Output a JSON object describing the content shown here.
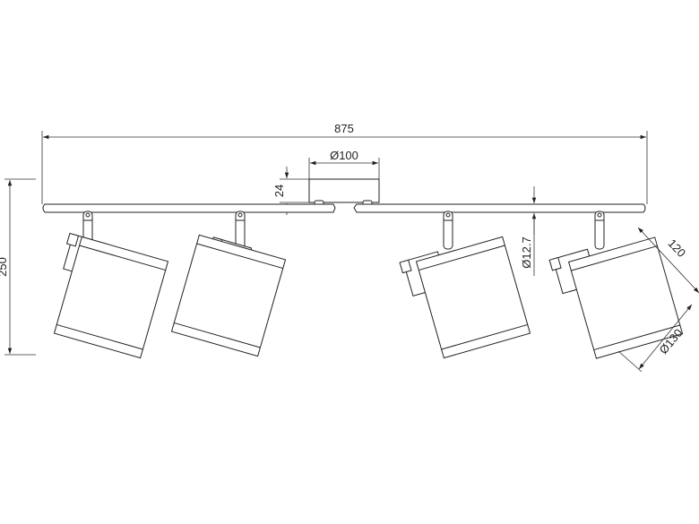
{
  "dimensions": {
    "overall_length": "875",
    "canopy_diameter": "Ø100",
    "canopy_height": "24",
    "total_height": "250",
    "bar_diameter": "Ø12.7",
    "shade_height": "120",
    "shade_diameter": "Ø130"
  }
}
